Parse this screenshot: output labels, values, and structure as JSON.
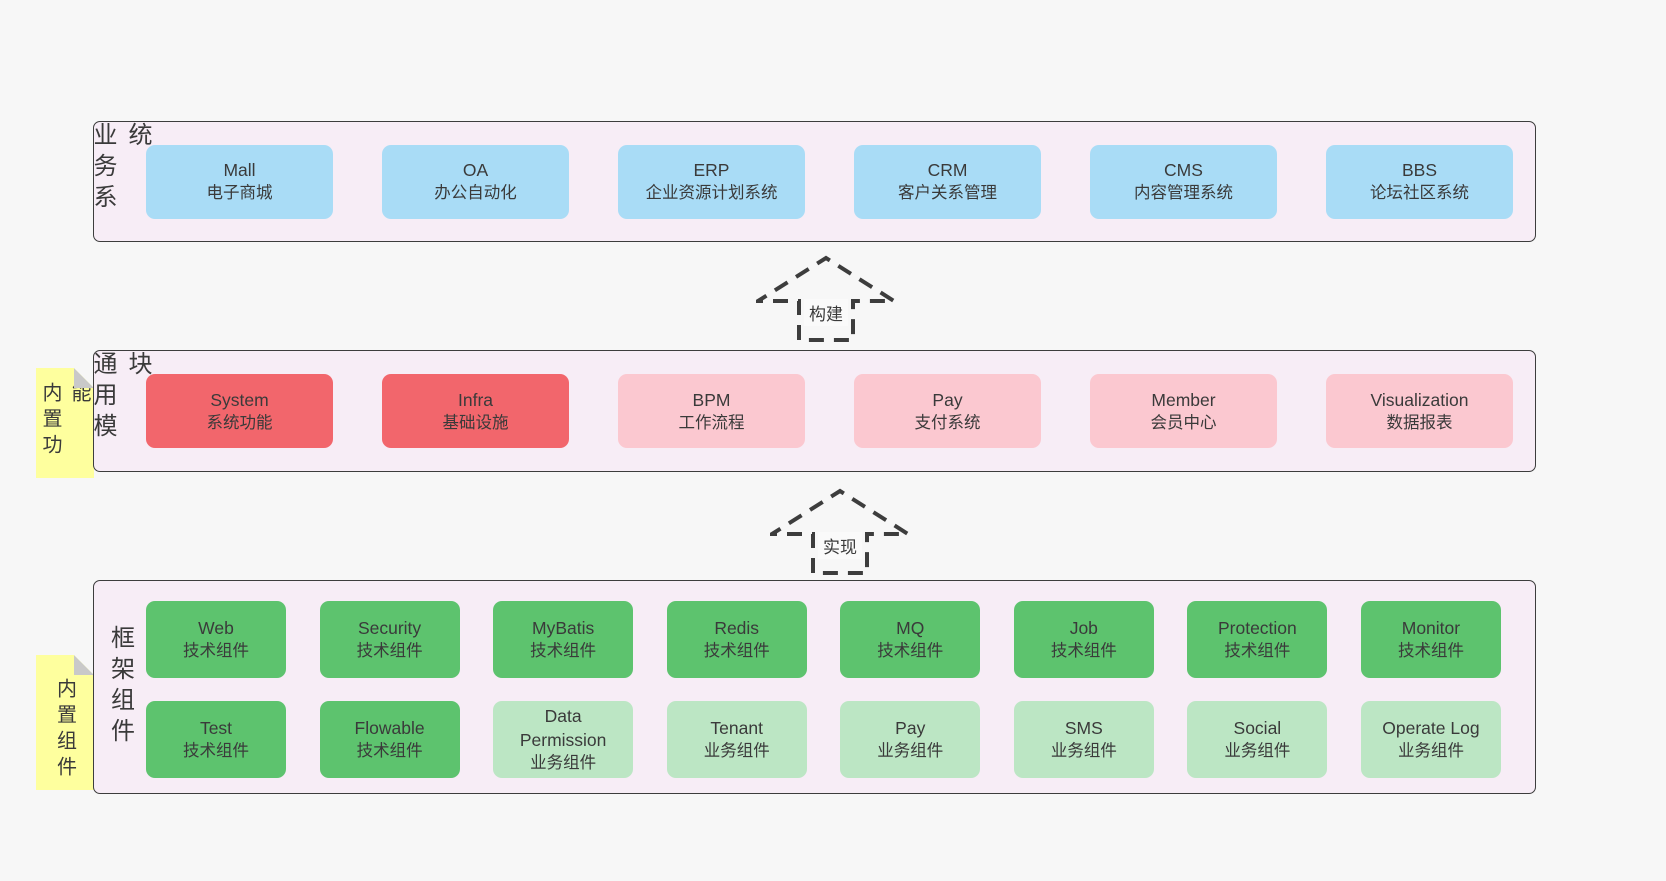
{
  "colors": {
    "page_bg": "#f7f7f7",
    "band_bg": "#f7edf6",
    "band_border": "#3d3d3d",
    "blue": "#a9dcf6",
    "red": "#f2666c",
    "pink": "#fbc8d0",
    "green": "#5dc36e",
    "light_green": "#bce6c4",
    "note_yellow": "#feff9e",
    "text": "#3a3a3a"
  },
  "bands": {
    "business": {
      "label": "业务系统",
      "items": [
        {
          "name": "Mall",
          "desc": "电子商城"
        },
        {
          "name": "OA",
          "desc": "办公自动化"
        },
        {
          "name": "ERP",
          "desc": "企业资源计划系统"
        },
        {
          "name": "CRM",
          "desc": "客户关系管理"
        },
        {
          "name": "CMS",
          "desc": "内容管理系统"
        },
        {
          "name": "BBS",
          "desc": "论坛社区系统"
        }
      ]
    },
    "modules": {
      "label": "通用模块",
      "side_note": "内置功能",
      "items": [
        {
          "name": "System",
          "desc": "系统功能"
        },
        {
          "name": "Infra",
          "desc": "基础设施"
        },
        {
          "name": "BPM",
          "desc": "工作流程"
        },
        {
          "name": "Pay",
          "desc": "支付系统"
        },
        {
          "name": "Member",
          "desc": "会员中心"
        },
        {
          "name": "Visualization",
          "desc": "数据报表"
        }
      ]
    },
    "framework": {
      "label": "框架组件",
      "side_note": "内置组件",
      "row1": [
        {
          "name": "Web",
          "desc": "技术组件"
        },
        {
          "name": "Security",
          "desc": "技术组件"
        },
        {
          "name": "MyBatis",
          "desc": "技术组件"
        },
        {
          "name": "Redis",
          "desc": "技术组件"
        },
        {
          "name": "MQ",
          "desc": "技术组件"
        },
        {
          "name": "Job",
          "desc": "技术组件"
        },
        {
          "name": "Protection",
          "desc": "技术组件"
        },
        {
          "name": "Monitor",
          "desc": "技术组件"
        }
      ],
      "row2": [
        {
          "name": "Test",
          "desc": "技术组件"
        },
        {
          "name": "Flowable",
          "desc": "技术组件"
        },
        {
          "name": "Data Permission",
          "desc": "业务组件"
        },
        {
          "name": "Tenant",
          "desc": "业务组件"
        },
        {
          "name": "Pay",
          "desc": "业务组件"
        },
        {
          "name": "SMS",
          "desc": "业务组件"
        },
        {
          "name": "Social",
          "desc": "业务组件"
        },
        {
          "name": "Operate Log",
          "desc": "业务组件"
        }
      ]
    }
  },
  "arrows": [
    {
      "label": "构建"
    },
    {
      "label": "实现"
    }
  ]
}
